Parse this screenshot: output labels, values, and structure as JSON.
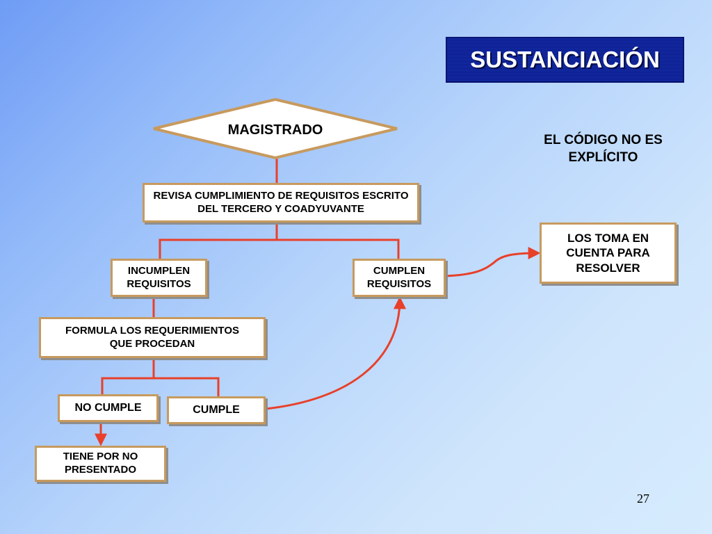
{
  "slide": {
    "title": "SUSTANCIACIÓN",
    "note": "EL CÓDIGO NO ES EXPLÍCITO",
    "page_number": "27"
  },
  "diagram": {
    "magistrado": "MAGISTRADO",
    "revisa": "REVISA CUMPLIMIENTO DE REQUISITOS ESCRITO DEL TERCERO Y COADYUVANTE",
    "incumplen": "INCUMPLEN REQUISITOS",
    "cumplen": "CUMPLEN REQUISITOS",
    "los_toma": "LOS TOMA EN CUENTA PARA RESOLVER",
    "formula": "FORMULA LOS REQUERIMIENTOS QUE PROCEDAN",
    "no_cumple": "NO CUMPLE",
    "cumple": "CUMPLE",
    "tiene": "TIENE POR NO PRESENTADO"
  },
  "colors": {
    "connector": "#e8402a",
    "box_border": "#c79a5e",
    "title_bg": "#0b22a6"
  }
}
